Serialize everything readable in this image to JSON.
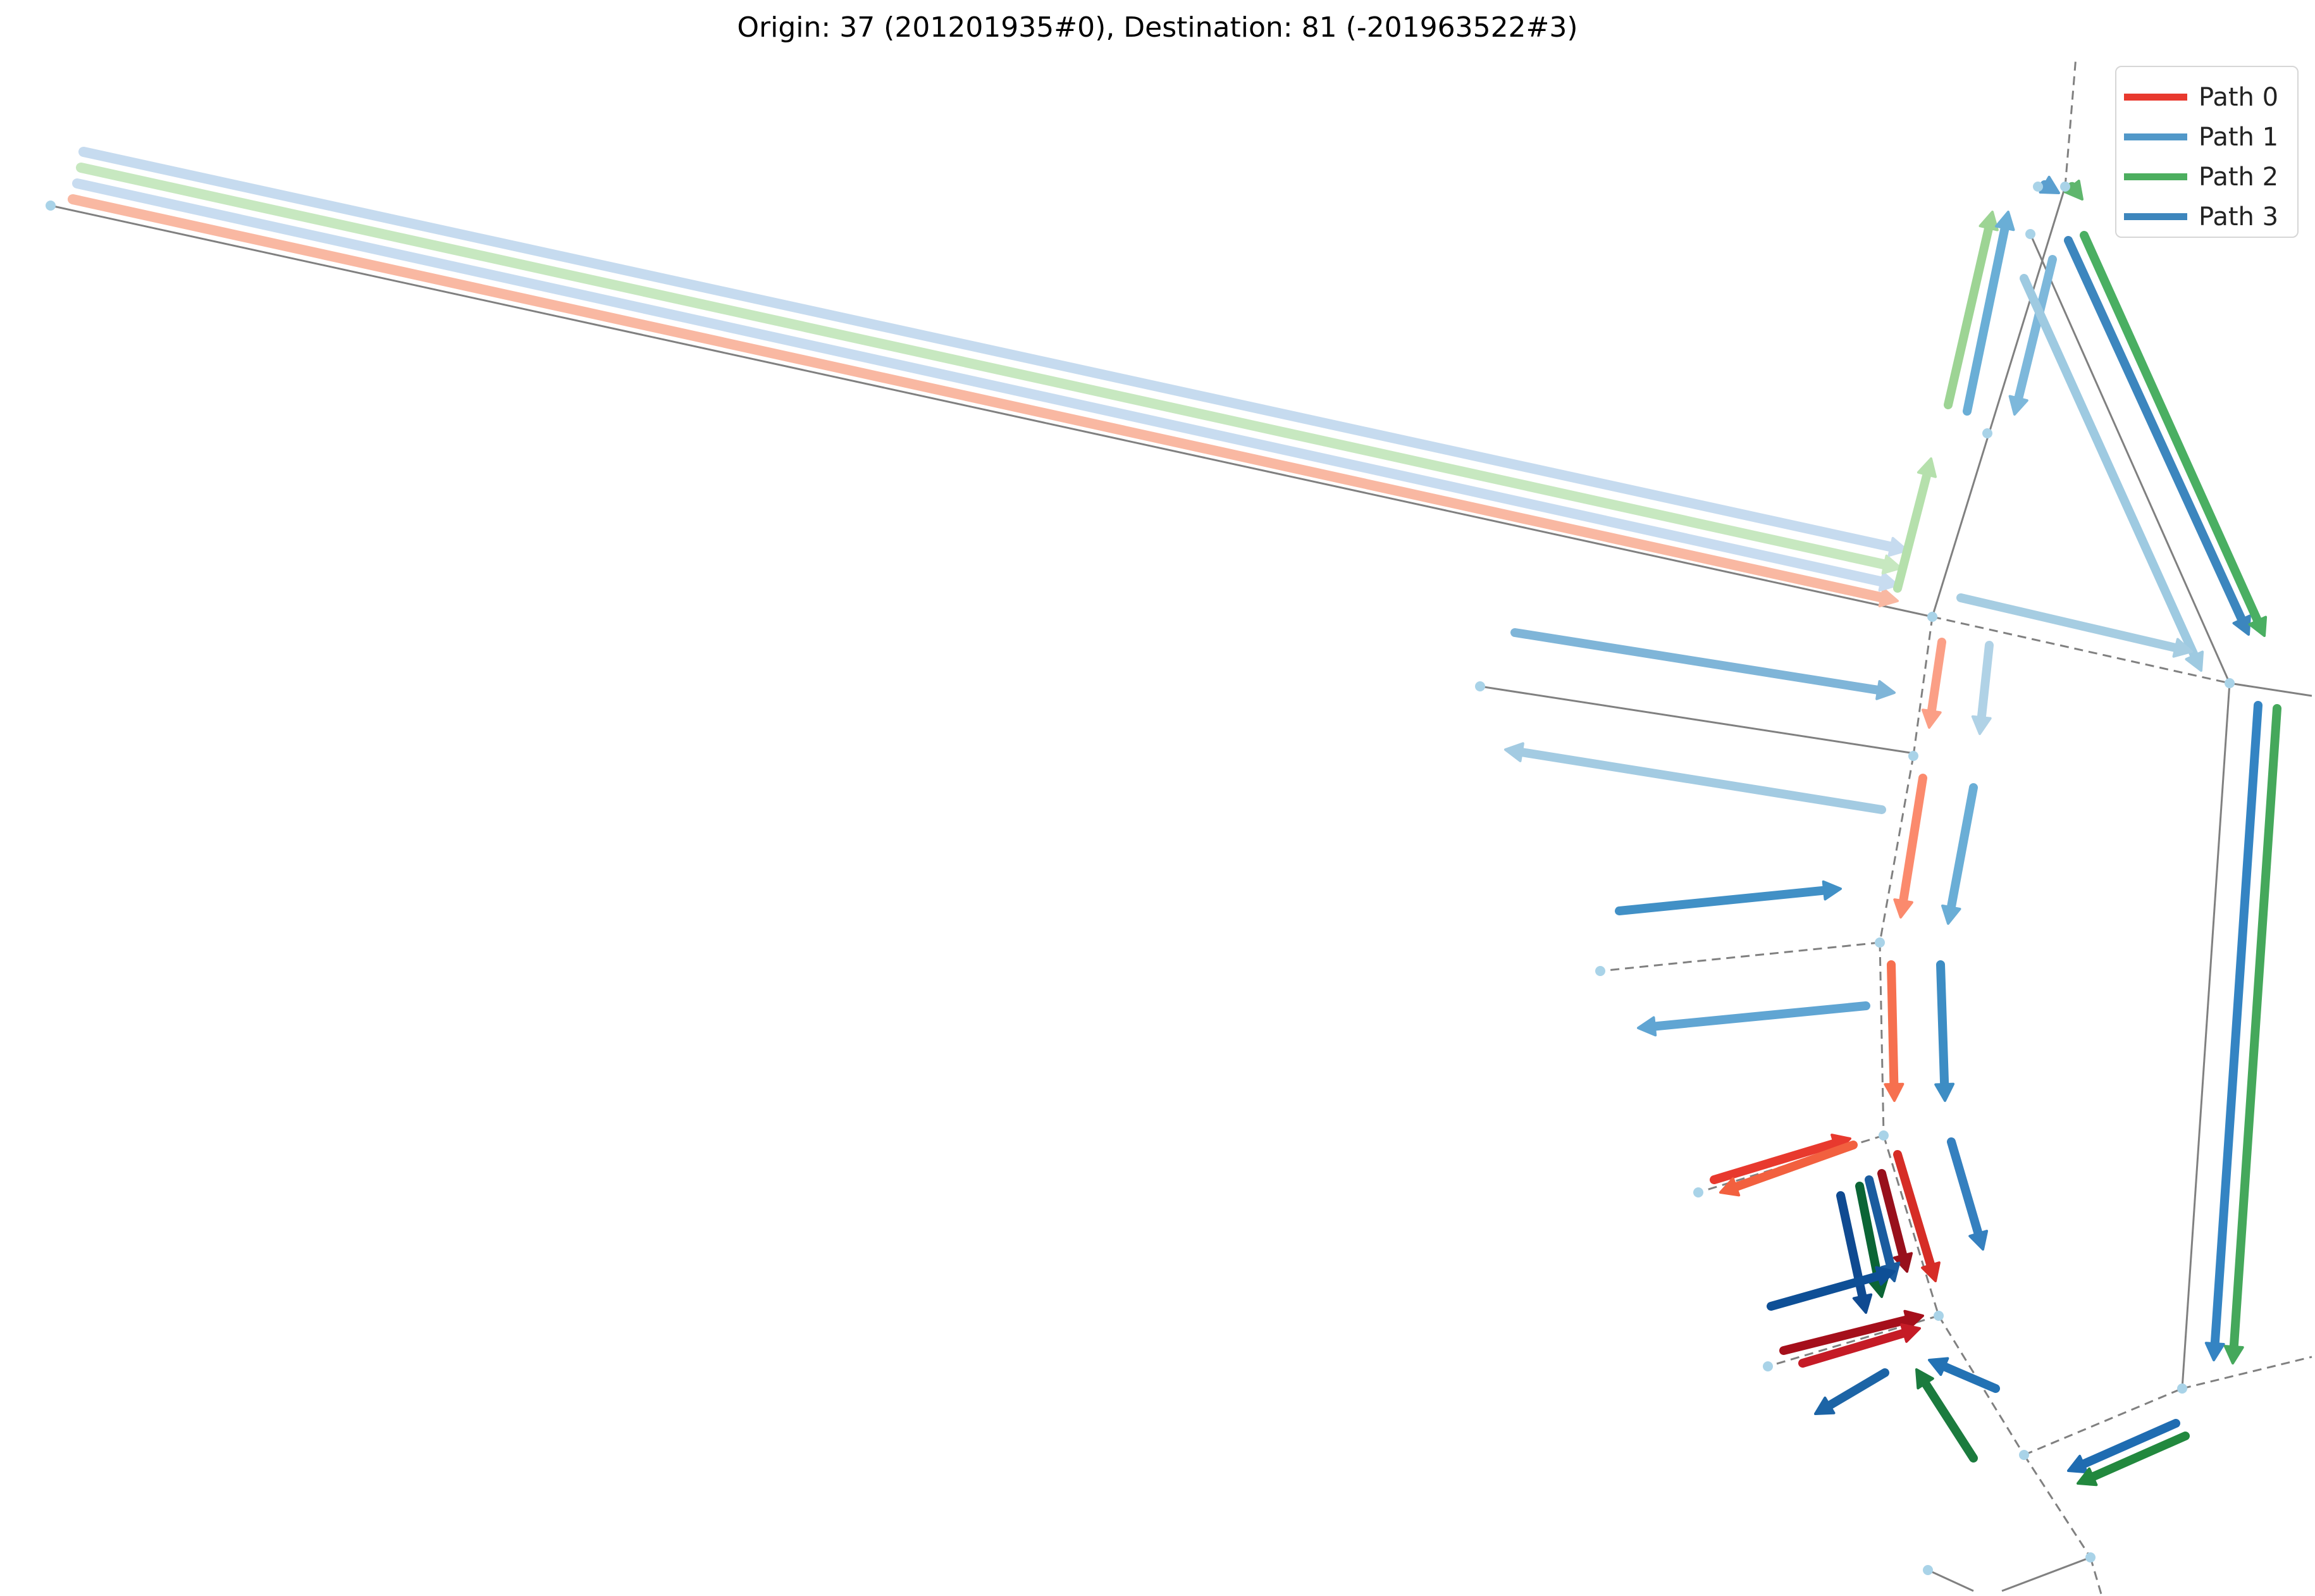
{
  "title": "Origin: 37 (201201935#0), Destination: 81 (-201963522#3)",
  "legend": [
    {
      "label": "Path 0",
      "color": "#e8392e"
    },
    {
      "label": "Path 1",
      "color": "#5198c9"
    },
    {
      "label": "Path 2",
      "color": "#4cae5f"
    },
    {
      "label": "Path 3",
      "color": "#3d86bd"
    }
  ],
  "colors": {
    "road": "#808080",
    "node": "#a9d3e8"
  }
}
